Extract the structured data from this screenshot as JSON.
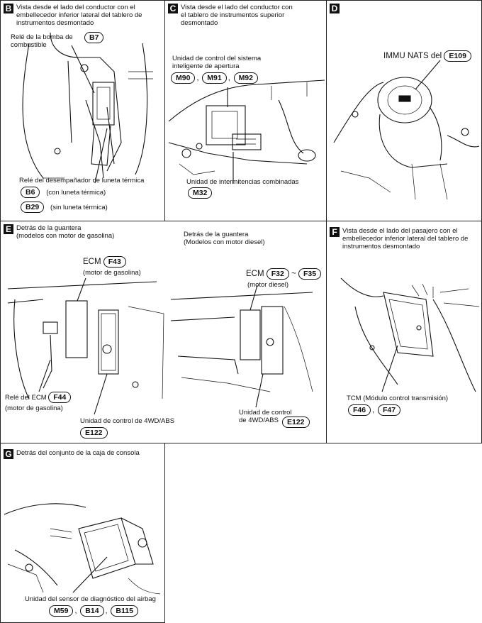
{
  "panels": {
    "B": {
      "letter": "B",
      "header": "Vista desde el lado del conductor con el\nembellecedor inferior lateral del tablero de\ninstrumentos desmontado",
      "fuel_pump_relay": "Relé de la bomba de\ncombustible",
      "fuel_pump_tag": "B7",
      "defogger_relay": "Relé del desempañador de luneta térmica",
      "tag_b6": "B6",
      "with_defogger": "(con luneta térmica)",
      "tag_b29": "B29",
      "without_defogger": "(sin luneta térmica)"
    },
    "C": {
      "letter": "C",
      "header": "Vista desde el lado del conductor con\nel tablero de instrumentos superior\ndesmontado",
      "ias_unit": "Unidad de control del sistema\ninteligente de apertura",
      "tags_ias": [
        "M90",
        "M91",
        "M92"
      ],
      "flasher_unit": "Unidad de intermitencias combinadas",
      "flasher_tag": "M32"
    },
    "D": {
      "letter": "D",
      "immu_label": "IMMU NATS del",
      "immu_tag": "E109"
    },
    "E": {
      "letter": "E",
      "header_left": "Detrás de la guantera\n(modelos con motor de gasolina)",
      "header_right": "Detrás de la guantera\n(Modelos con motor diesel)",
      "ecm_gas_label": "ECM",
      "ecm_gas_tag": "F43",
      "ecm_gas_sub": "(motor de gasolina)",
      "ecm_diesel_label": "ECM",
      "ecm_diesel_tag1": "F32",
      "ecm_diesel_tilde": "~",
      "ecm_diesel_tag2": "F35",
      "ecm_diesel_sub": "(motor diesel)",
      "ecm_relay_label": "Relé del ECM",
      "ecm_relay_tag": "F44",
      "ecm_relay_sub": "(motor de gasolina)",
      "abs_gas_label": "Unidad de control de 4WD/ABS",
      "abs_gas_tag": "E122",
      "abs_diesel_label": "Unidad de control\nde 4WD/ABS",
      "abs_diesel_tag": "E122"
    },
    "F": {
      "letter": "F",
      "header": "Vista desde el lado del pasajero con el\nembellecedor inferior lateral del tablero de\ninstrumentos desmontado",
      "tcm_label": "TCM (Módulo control transmisión)",
      "tags": [
        "F46",
        "F47"
      ]
    },
    "G": {
      "letter": "G",
      "header": "Detrás del conjunto de la caja de consola",
      "airbag_label": "Unidad del sensor de diagnóstico del airbag",
      "tags": [
        "M59",
        "B14",
        "B115"
      ]
    }
  },
  "comma": ","
}
